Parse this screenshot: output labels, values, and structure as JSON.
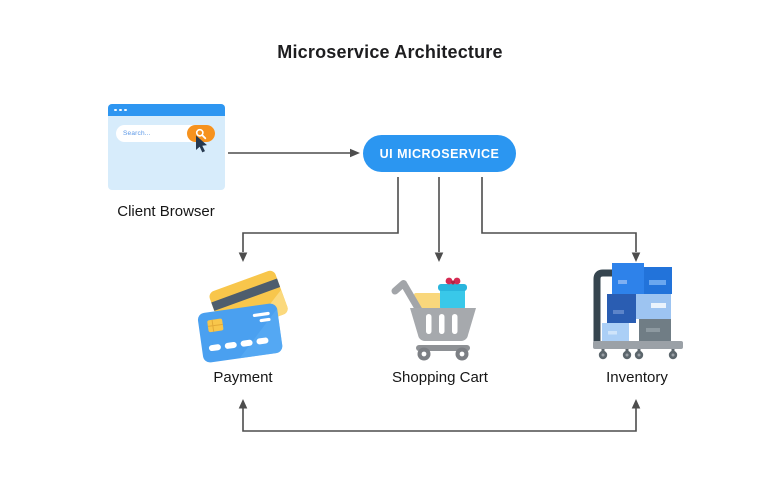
{
  "title": "Microservice Architecture",
  "client_browser": {
    "label": "Client Browser",
    "search_placeholder": "Search..."
  },
  "ui_microservice": {
    "label": "UI MICROSERVICE"
  },
  "services": [
    {
      "label": "Payment",
      "icon": "credit-cards-icon"
    },
    {
      "label": "Shopping Cart",
      "icon": "shopping-cart-icon"
    },
    {
      "label": "Inventory",
      "icon": "hand-truck-icon"
    }
  ],
  "connections": [
    {
      "from": "Client Browser",
      "to": "UI Microservice",
      "style": "arrow-right"
    },
    {
      "from": "UI Microservice",
      "to": "Payment",
      "style": "arrow-down"
    },
    {
      "from": "UI Microservice",
      "to": "Shopping Cart",
      "style": "arrow-down"
    },
    {
      "from": "UI Microservice",
      "to": "Inventory",
      "style": "arrow-down"
    },
    {
      "between": [
        "Payment",
        "Inventory"
      ],
      "style": "bottom-link-up-arrows-both-ends"
    }
  ],
  "colors": {
    "accent_blue": "#2b96f1",
    "browser_body_blue": "#d7ecfb",
    "search_button_orange": "#f6921e",
    "arrow_gray": "#4d4d4d",
    "text_dark": "#1b1b1b",
    "card_gold": "#f8c64b",
    "card_blue": "#4aa0f0",
    "cart_gray": "#a6a9ad",
    "gift_cyan": "#39c8e9",
    "bow_red": "#d42a52",
    "box_blue": "#2e82ea",
    "handle_dark": "#36454f"
  }
}
